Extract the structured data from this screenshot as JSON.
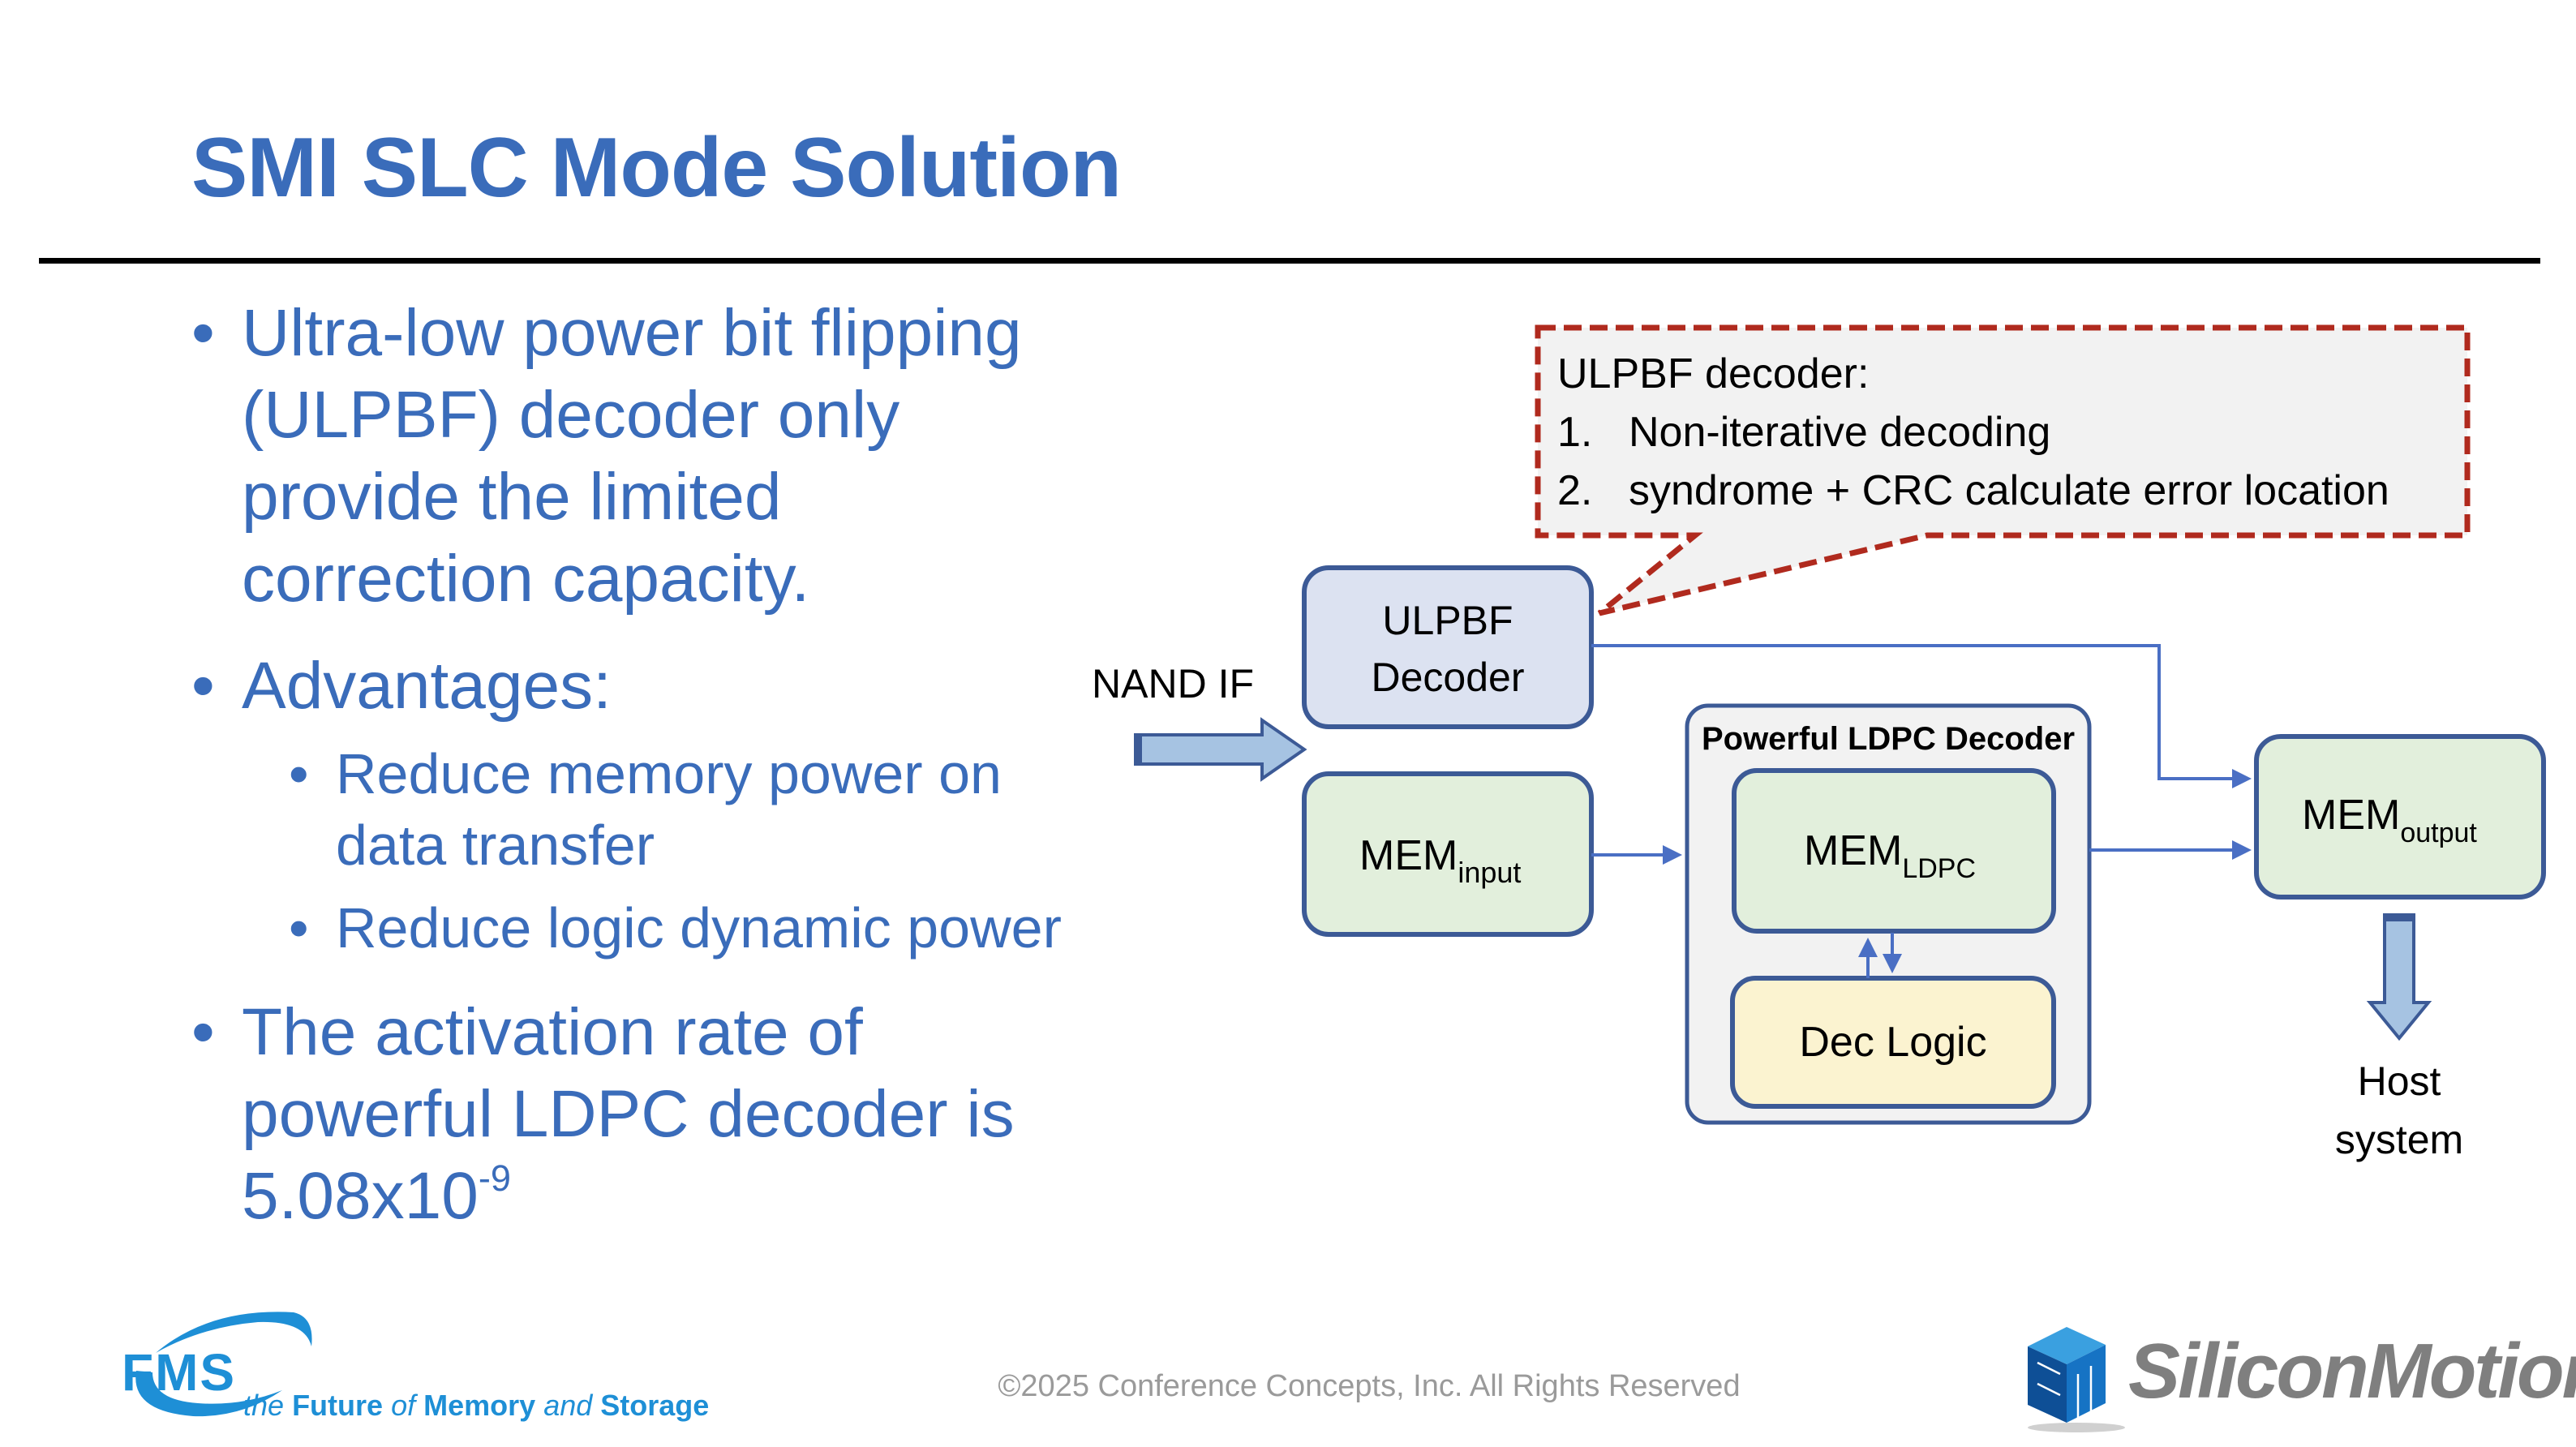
{
  "slide": {
    "title": "SMI SLC Mode Solution",
    "bullets": [
      {
        "level": 1,
        "lines": [
          "Ultra-low power bit flipping",
          "(ULPBF) decoder only",
          "provide the limited",
          "correction capacity."
        ]
      },
      {
        "level": 1,
        "lines": [
          "Advantages:"
        ]
      },
      {
        "level": 2,
        "lines": [
          "Reduce memory power on",
          "data transfer"
        ]
      },
      {
        "level": 2,
        "lines": [
          "Reduce logic dynamic power"
        ]
      },
      {
        "level": 1,
        "lines": [
          "The activation rate of",
          "powerful LDPC decoder is"
        ],
        "value_base": "5.08x10",
        "value_exponent": "-9"
      }
    ],
    "bullet_glyph": "•"
  },
  "diagram": {
    "callout": {
      "heading": "ULPBF decoder:",
      "items": [
        {
          "num": "1.",
          "text": "Non-iterative decoding"
        },
        {
          "num": "2.",
          "text": "syndrome + CRC calculate error location"
        }
      ]
    },
    "input_label": "NAND IF",
    "blocks": {
      "ulpbf": {
        "line1": "ULPBF",
        "line2": "Decoder"
      },
      "mem_input": {
        "base": "MEM",
        "sub": "input"
      },
      "ldpc_container": {
        "title": "Powerful LDPC Decoder"
      },
      "mem_ldpc": {
        "base": "MEM",
        "sub": "LDPC"
      },
      "dec_logic": {
        "label": "Dec Logic"
      },
      "mem_output": {
        "base": "MEM",
        "sub": "output"
      }
    },
    "output_label": {
      "line1": "Host",
      "line2": "system"
    },
    "colors": {
      "block_border": "#3c5a96",
      "ulpbf_fill": "#dce2f1",
      "mem_fill": "#e2efdc",
      "dec_logic_fill": "#fbf3d0",
      "container_fill": "#f2f2f2",
      "connector": "#4a6fc4",
      "big_arrow_fill": "#a6c3e2",
      "callout_border": "#b02a1e",
      "callout_fill": "#f2f2f2"
    }
  },
  "footer": {
    "copyright": "©2025 Conference Concepts, Inc. All Rights Reserved",
    "left_logo": {
      "mark": "FMS",
      "tag_parts": [
        "the",
        "Future",
        "of",
        "Memory",
        "and",
        "Storage"
      ]
    },
    "right_logo": {
      "name": "SiliconMotion"
    }
  },
  "theme": {
    "title_color": "#3a6cba",
    "text_color": "#3a6cba"
  }
}
